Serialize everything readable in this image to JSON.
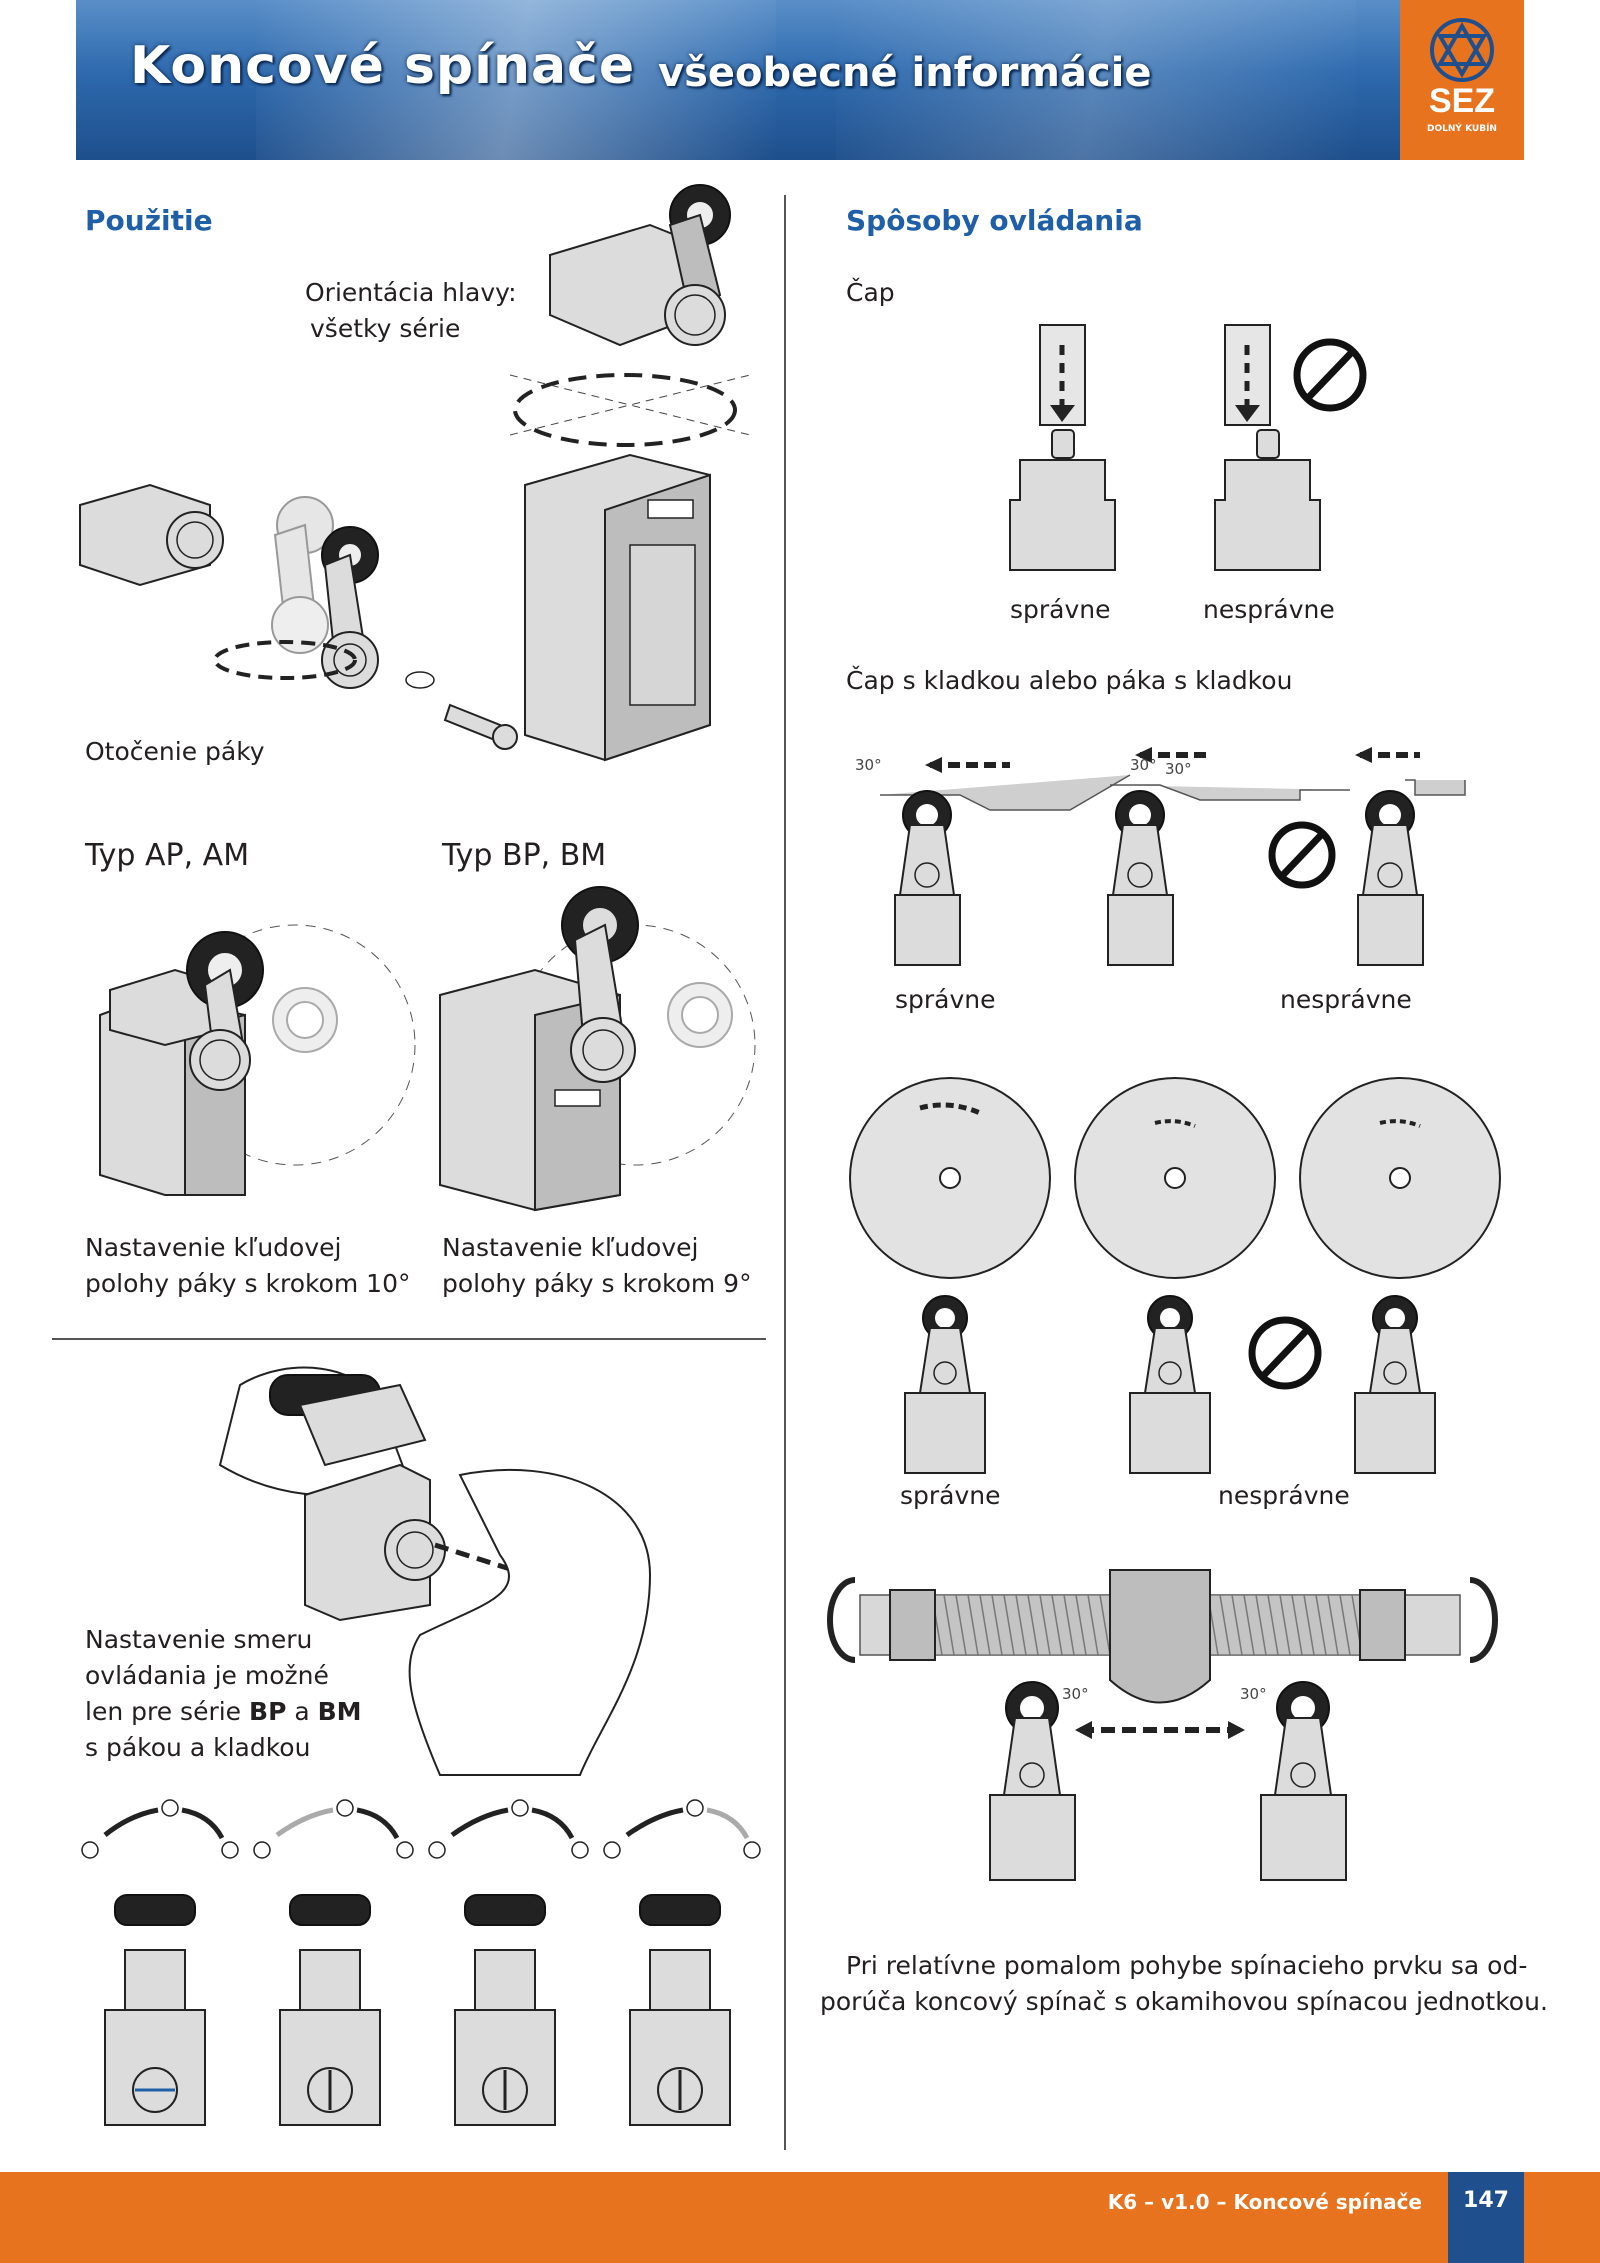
{
  "header": {
    "title": "Koncové spínače",
    "subtitle": "všeobecné informácie",
    "logo": "SEZ",
    "logo_sub": "DOLNÝ KUBÍN"
  },
  "left": {
    "section_title": "Použitie",
    "orientation_label_1": "Orientácia hlavy:",
    "orientation_label_2": "všetky série",
    "rotation_label": "Otočenie páky",
    "type_ap": "Typ AP, AM",
    "type_bp": "Typ BP, BM",
    "caption_ap_1": "Nastavenie kľudovej",
    "caption_ap_2": "polohy páky s krokom 10°",
    "caption_bp_1": "Nastavenie kľudovej",
    "caption_bp_2": "polohy páky s krokom 9°",
    "direction_1": "Nastavenie smeru",
    "direction_2": "ovládania je možné",
    "direction_3_pre": "len pre série ",
    "direction_3_bp": "BP",
    "direction_3_mid": " a ",
    "direction_3_bm": "BM",
    "direction_4": "s pákou a kladkou"
  },
  "right": {
    "section_title": "Spôsoby ovládania",
    "cap_title": "Čap",
    "correct": "správne",
    "incorrect": "nesprávne",
    "roller_title": "Čap s kladkou alebo páka s kladkou",
    "angle": "30°",
    "note_1": "Pri relatívne pomalom pohybe spínacieho prvku sa od-",
    "note_2": "porúča koncový spínač s okamihovou spínacou jednotkou."
  },
  "footer": {
    "text": "K6 – v1.0 – Koncové spínače",
    "page_number": "147"
  },
  "colors": {
    "accent_orange": "#e8731f",
    "header_blue": "#2e6aae",
    "heading_blue": "#1f5fa8"
  }
}
